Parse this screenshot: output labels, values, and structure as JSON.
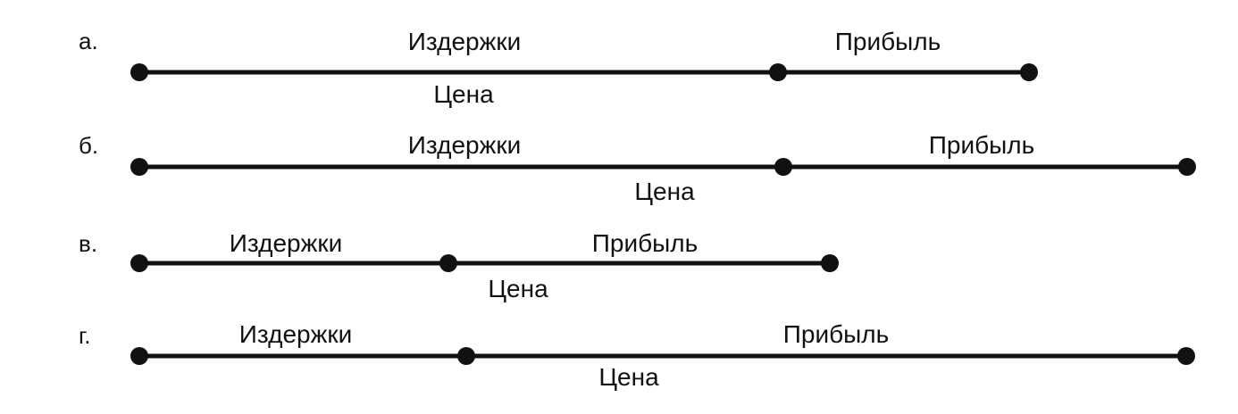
{
  "rows": [
    {
      "letter": "а.",
      "cost_label": "Издержки",
      "profit_label": "Прибыль",
      "price_label": "Цена"
    },
    {
      "letter": "б.",
      "cost_label": "Издержки",
      "profit_label": "Прибыль",
      "price_label": "Цена"
    },
    {
      "letter": "в.",
      "cost_label": "Издержки",
      "profit_label": "Прибыль",
      "price_label": "Цена"
    },
    {
      "letter": "г.",
      "cost_label": "Издержки",
      "profit_label": "Прибыль",
      "price_label": "Цена"
    }
  ],
  "colors": {
    "ink": "#111111",
    "background": "#ffffff"
  }
}
